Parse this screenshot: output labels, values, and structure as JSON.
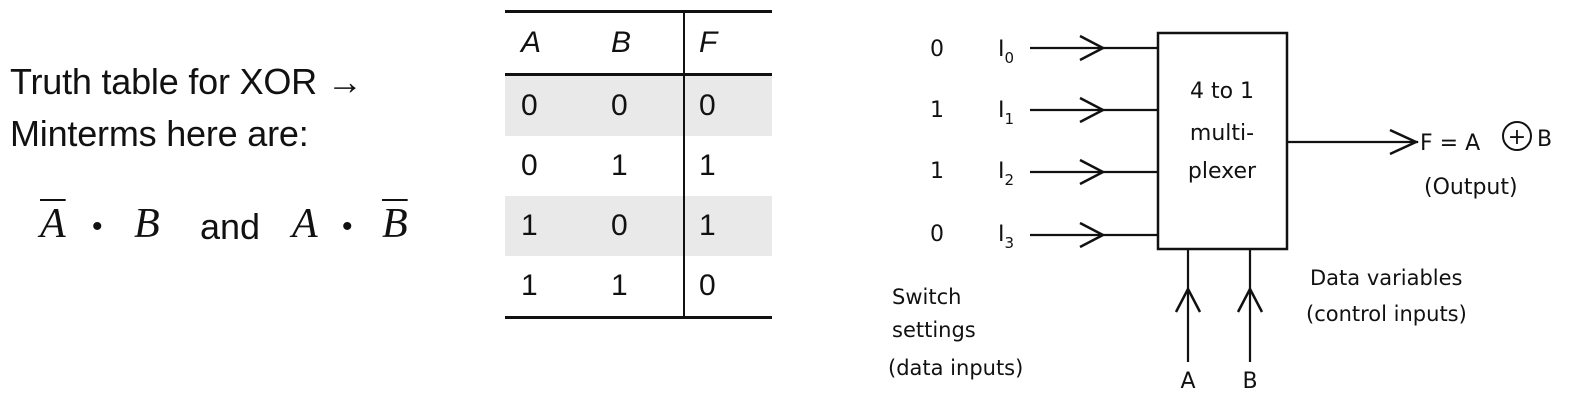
{
  "left_panel": {
    "caption_line_1": "Truth table for XOR →",
    "caption_line_2": "Minterms here are:",
    "minterm_1_var_a": "A",
    "minterm_1_var_b": "B",
    "and_word": "and",
    "minterm_2_var_a": "A",
    "minterm_2_var_b": "B",
    "dot": "•"
  },
  "truth_table": {
    "headers": [
      "A",
      "B",
      "F"
    ],
    "rows": [
      [
        "0",
        "0",
        "0"
      ],
      [
        "0",
        "1",
        "1"
      ],
      [
        "1",
        "0",
        "1"
      ],
      [
        "1",
        "1",
        "0"
      ]
    ]
  },
  "mux_diagram": {
    "block_label_lines": [
      "4 to 1",
      "multi-",
      "plexer"
    ],
    "inputs": [
      {
        "switch": "0",
        "name": "I",
        "sub": "0"
      },
      {
        "switch": "1",
        "name": "I",
        "sub": "1"
      },
      {
        "switch": "1",
        "name": "I",
        "sub": "2"
      },
      {
        "switch": "0",
        "name": "I",
        "sub": "3"
      }
    ],
    "output_label_left": "F = A",
    "output_xor_symbol": "+",
    "output_label_right": "B",
    "output_caption": "(Output)",
    "control_inputs": [
      "A",
      "B"
    ],
    "control_caption_lines": [
      "Data variables",
      "(control inputs)"
    ],
    "switch_caption_lines": [
      "Switch",
      "settings",
      "(data inputs)"
    ]
  }
}
